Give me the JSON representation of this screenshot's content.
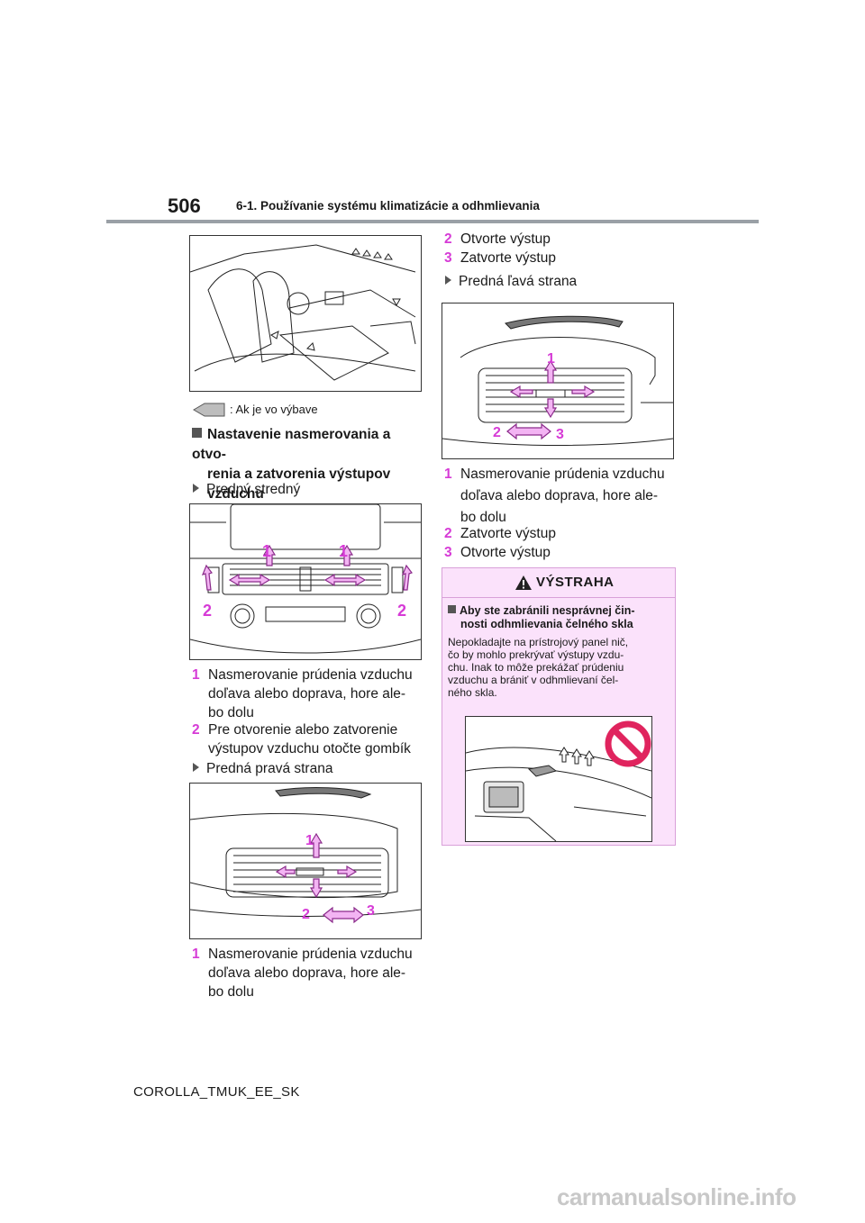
{
  "header": {
    "page_number": "506",
    "chapter_title": "6-1. Používanie systému klimatizácie a odhmlievania"
  },
  "left_column": {
    "legend_text": ": Ak je vo výbave",
    "section_title_lines": [
      "Nastavenie nasmerovania a otvo-",
      "renia a zatvorenia výstupov",
      "vzduchu"
    ],
    "front_center": {
      "heading": "Predný stredný",
      "items": [
        {
          "num": "1",
          "lines": [
            "Nasmerovanie prúdenia vzduchu",
            "doľava alebo doprava, hore ale-",
            "bo dolu"
          ]
        },
        {
          "num": "2",
          "lines": [
            "Pre otvorenie alebo zatvorenie",
            "výstupov vzduchu otočte gombík"
          ]
        }
      ]
    },
    "front_right": {
      "heading": "Predná pravá strana",
      "items": [
        {
          "num": "1",
          "lines": [
            "Nasmerovanie prúdenia vzduchu",
            "doľava alebo doprava, hore ale-",
            "bo dolu"
          ]
        }
      ]
    }
  },
  "right_column": {
    "top_items": [
      {
        "num": "2",
        "text": "Otvorte výstup"
      },
      {
        "num": "3",
        "text": "Zatvorte výstup"
      }
    ],
    "front_left": {
      "heading": "Predná ľavá strana",
      "items": [
        {
          "num": "1",
          "lines": [
            "Nasmerovanie prúdenia vzduchu",
            "doľava alebo doprava, hore ale-",
            "bo dolu"
          ]
        },
        {
          "num": "2",
          "lines": [
            "Zatvorte výstup"
          ]
        },
        {
          "num": "3",
          "lines": [
            "Otvorte výstup"
          ]
        }
      ]
    },
    "caution": {
      "title": "VÝSTRAHA",
      "subtitle_lines": [
        "Aby ste zabránili nesprávnej čin-",
        "nosti odhmlievania čelného skla"
      ],
      "body_lines": [
        "Nepokladajte na prístrojový panel nič,",
        "čo by mohlo prekrývať výstupy vzdu-",
        "chu. Inak to môže prekážať prúdeniu",
        "vzduchu a brániť v odhmlievaní čel-",
        "ného skla."
      ]
    }
  },
  "figure_labels": {
    "center_vent": [
      "1",
      "1",
      "2",
      "2"
    ],
    "right_vent": [
      "1",
      "2",
      "3"
    ],
    "left_vent": [
      "1",
      "2",
      "3"
    ]
  },
  "colors": {
    "accent": "#d63bd6",
    "caution_bg": "#fbe2fb",
    "arrow_fill": "#f3b4f3",
    "prohibit": "#e0245e"
  },
  "footer": {
    "doc_code": "COROLLA_TMUK_EE_SK"
  },
  "watermark": "carmanualsonline.info"
}
